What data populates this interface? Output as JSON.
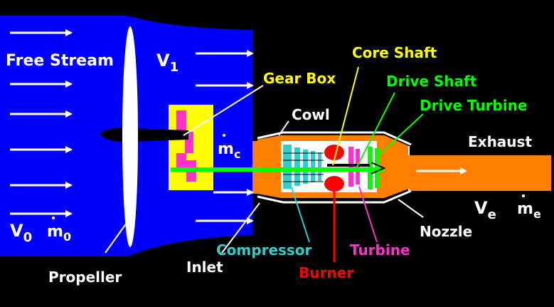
{
  "diagram": {
    "labels": {
      "free_stream": "Free Stream",
      "v1": "V",
      "v1_sub": "1",
      "gear_box": "Gear Box",
      "core_shaft": "Core Shaft",
      "drive_shaft": "Drive Shaft",
      "drive_turbine": "Drive Turbine",
      "cowl": "Cowl",
      "mc": "m",
      "mc_sub": "c",
      "exhaust": "Exhaust",
      "ve": "V",
      "ve_sub": "e",
      "me": "m",
      "me_sub": "e",
      "v0": "V",
      "v0_sub": "0",
      "m0": "m",
      "m0_sub": "0",
      "nozzle": "Nozzle",
      "compressor": "Compressor",
      "turbine": "Turbine",
      "burner": "Burner",
      "inlet": "Inlet",
      "propeller": "Propeller"
    },
    "colors": {
      "background": "#000000",
      "free_stream_flow": "#0000ff",
      "core_flow": "#ff8000",
      "gear_box": "#ffff00",
      "gear_box_parts": "#ff33cc",
      "shaft": "#00ff00",
      "compressor": "#33cccc",
      "turbine": "#ff33cc",
      "burner": "#ff0000",
      "drive_turbine": "#00ff00",
      "core_shaft_label": "#ffff00",
      "label_default": "#ffffff",
      "cowl": "#ffffff"
    }
  }
}
